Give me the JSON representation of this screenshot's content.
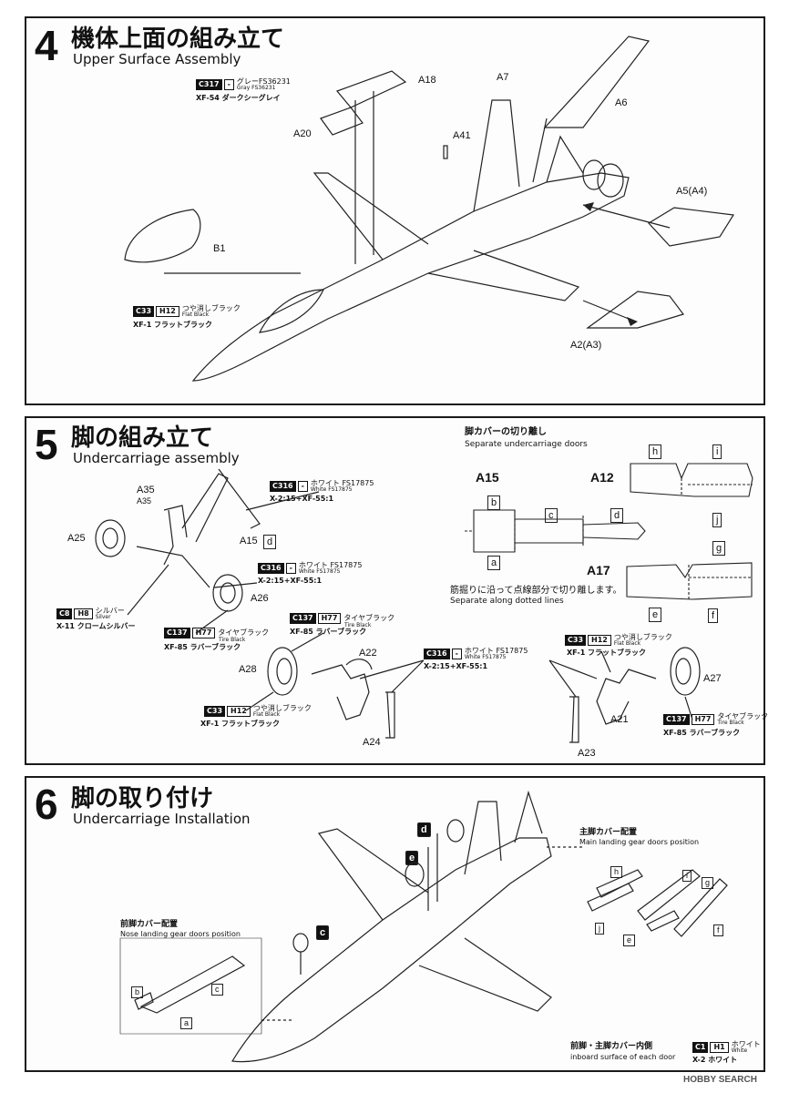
{
  "step4": {
    "number": "4",
    "title_jp": "機体上面の組み立て",
    "title_en": "Upper Surface Assembly",
    "parts": {
      "a18": "A18",
      "a7": "A7",
      "a6": "A6",
      "a20": "A20",
      "a41": "A41",
      "a5": "A5(A4)",
      "b1": "B1",
      "a2": "A2(A3)"
    },
    "paint1": {
      "code": "C317",
      "code2": "-",
      "jp": "グレーFS36231",
      "en": "Gray FS36231",
      "sub": "XF-54 ダークシーグレイ"
    },
    "paint2": {
      "code": "C33",
      "code2": "H12",
      "jp": "つや消しブラック",
      "en": "Flat Black",
      "sub": "XF-1 フラットブラック"
    }
  },
  "step5": {
    "number": "5",
    "title_jp": "脚の組み立て",
    "title_en": "Undercarriage assembly",
    "parts": {
      "a35a": "A35",
      "a35b": "A35",
      "a25": "A25",
      "a15": "A15",
      "a26": "A26",
      "a28": "A28",
      "a22": "A22",
      "a24": "A24",
      "a21": "A21",
      "a27": "A27",
      "a23": "A23"
    },
    "door_d": "d",
    "paint_white1": {
      "code": "C316",
      "code2": "-",
      "jp": "ホワイト FS17875",
      "en": "White FS17875",
      "sub": "X-2:15+XF-55:1"
    },
    "paint_white2": {
      "code": "C316",
      "code2": "-",
      "jp": "ホワイト FS17875",
      "en": "White FS17875",
      "sub": "X-2:15+XF-55:1"
    },
    "paint_silver": {
      "code": "C8",
      "code2": "H8",
      "jp": "シルバー",
      "en": "Silver",
      "sub": "X-11 クロームシルバー"
    },
    "paint_tire1": {
      "code": "C137",
      "code2": "H77",
      "jp": "タイヤブラック",
      "en": "Tire Black",
      "sub": "XF-85 ラバーブラック"
    },
    "paint_tire2": {
      "code": "C137",
      "code2": "H77",
      "jp": "タイヤブラック",
      "en": "Tire Black",
      "sub": "XF-85 ラバーブラック"
    },
    "paint_white3": {
      "code": "C316",
      "code2": "-",
      "jp": "ホワイト FS17875",
      "en": "White FS17875",
      "sub": "X-2:15+XF-55:1"
    },
    "paint_black1": {
      "code": "C33",
      "code2": "H12",
      "jp": "つや消しブラック",
      "en": "Flat Black",
      "sub": "XF-1 フラットブラック"
    },
    "paint_black2": {
      "code": "C33",
      "code2": "H12",
      "jp": "つや消しブラック",
      "en": "Flat Black",
      "sub": "XF-1 フラットブラック"
    },
    "paint_tire3": {
      "code": "C137",
      "code2": "H77",
      "jp": "タイヤブラック",
      "en": "Tire Black",
      "sub": "XF-85 ラバーブラック"
    },
    "doors": {
      "title_jp": "脚カバーの切り離し",
      "title_en": "Separate undercarriage doors",
      "a15": "A15",
      "a12": "A12",
      "a17": "A17",
      "a": "a",
      "b": "b",
      "c": "c",
      "d": "d",
      "e": "e",
      "f": "f",
      "g": "g",
      "h": "h",
      "i": "i",
      "j": "j",
      "note_jp": "筋掘りに沿って点線部分で切り離します。",
      "note_en": "Separate along dotted lines"
    }
  },
  "step6": {
    "number": "6",
    "title_jp": "脚の取り付け",
    "title_en": "Undercarriage Installation",
    "callouts": {
      "d": "d",
      "e": "e",
      "c": "c"
    },
    "main_doors": {
      "title_jp": "主脚カバー配置",
      "title_en": "Main landing gear doors position",
      "h": "h",
      "i": "i",
      "g": "g",
      "j": "j",
      "e": "e",
      "f": "f"
    },
    "nose_doors": {
      "title_jp": "前脚カバー配置",
      "title_en": "Nose landing gear doors position",
      "b": "b",
      "c": "c",
      "a": "a"
    },
    "inboard": {
      "jp": "前脚・主脚カバー内側",
      "en": "inboard surface of each door"
    },
    "paint_white": {
      "code": "C1",
      "code2": "H1",
      "jp": "ホワイト",
      "en": "White",
      "sub": "X-2 ホワイト"
    }
  },
  "watermark": "HOBBY SEARCH"
}
